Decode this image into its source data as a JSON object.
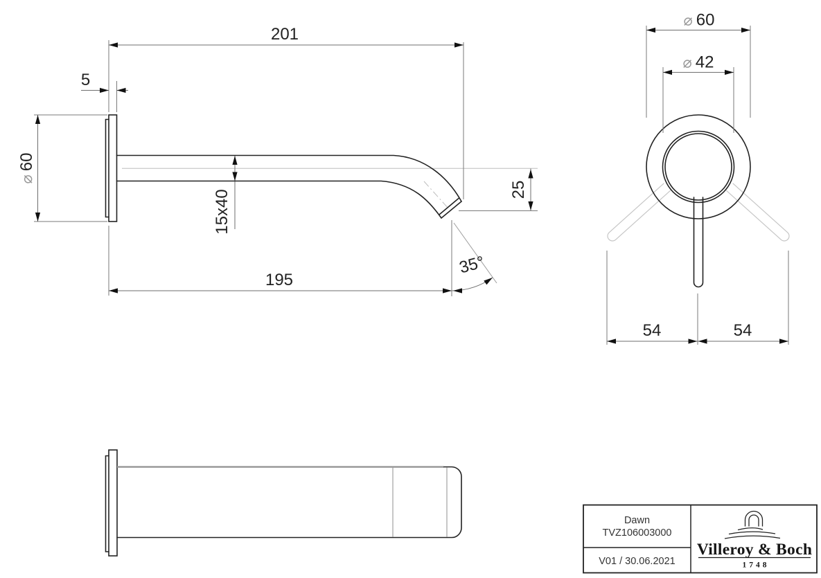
{
  "side_view": {
    "dim_total_length": "201",
    "dim_plate_thickness": "5",
    "dia_symbol": "⌀",
    "dim_plate_diameter": "60",
    "dim_spout_section": "15x40",
    "dim_outlet_drop": "25",
    "dim_projection": "195",
    "dim_outlet_angle": "35°"
  },
  "front_view": {
    "dia_symbol": "⌀",
    "dim_escutcheon_diameter": "60",
    "dim_handle_diameter": "42",
    "dim_handle_swing_left": "54",
    "dim_handle_swing_right": "54"
  },
  "title_block": {
    "product_name": "Dawn",
    "article_number": "TVZ106003000",
    "version_date": "V01 / 30.06.2021",
    "brand_name": "Villeroy & Boch",
    "brand_founded": "1748"
  }
}
